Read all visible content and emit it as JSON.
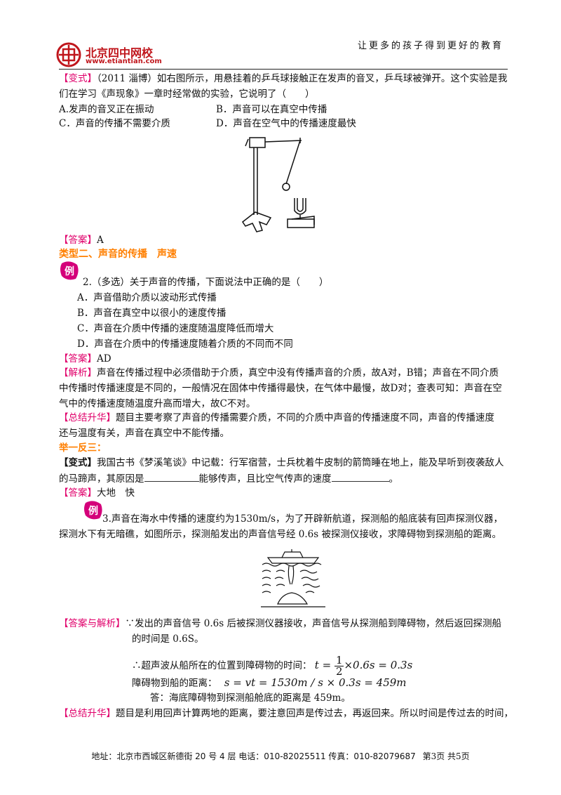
{
  "header": {
    "slogan": "让更多的孩子得到更好的教育",
    "logo_name": "北京四中网校",
    "logo_url": "www.etiantian.com"
  },
  "q1": {
    "tag": "【变式】",
    "line1": "（2011 淄博）如右图所示，用悬挂着的乒乓球接触正在发声的音叉，乒乓球被弹开。这个实验是我",
    "line2": "们在学习《声现象》一章时经常做的实验，它说明了（　　）",
    "opt_a": "A.发声的音叉正在振动",
    "opt_b": "B．声音可以在真空中传播",
    "opt_c": "C．声音的传播不需要介质",
    "opt_d": "D．声音在空气中的传播速度最快",
    "answer_tag": "【答案】",
    "answer": "A"
  },
  "section2": {
    "title": "类型二、声音的传播　声速"
  },
  "example_badge": "例",
  "q2": {
    "stem": "2.（多选）关于声音的传播，下面说法中正确的是（　　）",
    "opt_a": "A．声音借助介质以波动形式传播",
    "opt_b": "B．声音在真空中以很小的速度传播",
    "opt_c": "C．声音在介质中传播的速度随温度降低而增大",
    "opt_d": "D．声音在介质中的传播速度随着介质的不同而不同",
    "answer_tag": "【答案】",
    "answer": "AD",
    "analysis_tag": "【解析】",
    "analysis_1": "声音在传播过程中必须借助于介质，真空中没有传播声音的介质，故A对，B错；声音在不同介质",
    "analysis_2": "中传播时传播速度是不同的，一般情况在固体中传播得最快，在气体中最慢，故D对；查表可知：声音在空",
    "analysis_3": "气中的传播速度随温度升高而增大，故C不对。",
    "summary_tag": "【总结升华】",
    "summary_1": "题目主要考察了声音的传播需要介质，不同的介质中声音的传播速度不同，声音的传播速度",
    "summary_2": "还与温度有关，声音在真空中不能传播。"
  },
  "juyi": {
    "title": "举一反三：",
    "tag": "【变式】",
    "line1": "我国古书《梦溪笔谈》中记载：行军宿营，士兵枕着牛皮制的箭筒睡在地上，能及早听到夜袭敌人",
    "line2_a": "的马蹄声，其原因是",
    "line2_b": "能够传声，且比空气传声的速度",
    "line2_c": "。",
    "answer_tag": "【答案】",
    "answer": "大地　快"
  },
  "q3": {
    "stem_1": "3.声音在海水中传播的速度约为1530m/s，为了开辟新航道，探测船的船底装有回声探测仪器，",
    "stem_2": "探测水下有无暗礁，如图所示，探测船发出的声音信号经 0.6s 被探测仪接收，求障碍物到探测船的距离。",
    "ans_tag": "【答案与解析】",
    "ans_1": "∵发出的声音信号 0.6s 后被探测仪器接收，声音信号从探测船到障碍物，然后返回探测船",
    "ans_2": "的时间是 0.6S。",
    "ans_3": "∴超声波从船所在的位置到障碍物的时间：",
    "eq1_lhs": "t",
    "eq1_num": "1",
    "eq1_den": "2",
    "eq1_rest": "×0.6s = 0.3s",
    "ans_4": "障碍物到船的距离：",
    "eq2": "s = vt = 1530m / s × 0.3s = 459m",
    "ans_5": "答：海底障碍物到探测船舱底的距离是 459m。",
    "summary_tag": "【总结升华】",
    "summary": "题目是利用回声计算两地的距离，要注意回声是传过去，再返回来。所以时间是传过去的时间，"
  },
  "footer": {
    "address": "地址：北京市西城区新德街 20 号 4 层  电话：010-82025511  传真：010-82079687",
    "page": "第3页  共5页"
  },
  "colors": {
    "accent_pink": "#e0006b",
    "accent_orange": "#ff7f00",
    "logo_red": "#c0161c"
  }
}
